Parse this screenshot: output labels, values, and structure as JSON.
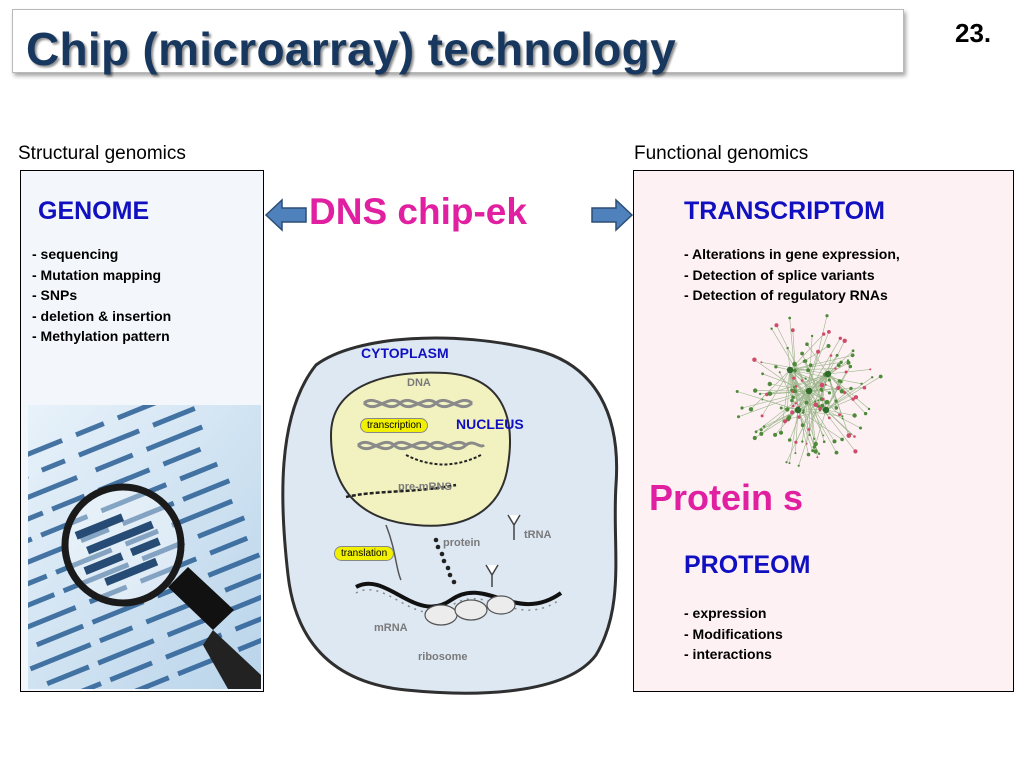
{
  "slide": {
    "title": "Chip (microarray) technology",
    "number": "23."
  },
  "left": {
    "section_label": "Structural genomics",
    "heading": "GENOME",
    "items": [
      "- sequencing",
      "- Mutation mapping",
      "- SNPs",
      "- deletion & insertion",
      "- Methylation pattern"
    ]
  },
  "right": {
    "section_label": "Functional genomics",
    "heading": "TRANSCRIPTOM",
    "items": [
      "- Alterations in gene expression,",
      "- Detection of splice variants",
      "- Detection of regulatory RNAs"
    ],
    "protein_heading": "Protein s",
    "proteom_heading": "PROTEOM",
    "proteom_items": [
      "- expression",
      "- Modifications",
      "- interactions"
    ]
  },
  "center": {
    "heading": "DNS chip-ek"
  },
  "cell": {
    "cytoplasm": "CYTOPLASM",
    "dna": "DNA",
    "transcription": "transcription",
    "nucleus": "NUCLEUS",
    "pre_mrna": "pre-mRNS",
    "trna": "tRNA",
    "protein": "protein",
    "translation": "translation",
    "mrna": "mRNA",
    "ribosome": "ribosome"
  },
  "colors": {
    "title": "#17375e",
    "heading_blue": "#1010c0",
    "heading_pink": "#e020a0",
    "arrow": "#4f81bd"
  },
  "icons": {
    "left_arrow": "arrow-left-icon",
    "right_arrow": "arrow-right-icon"
  }
}
